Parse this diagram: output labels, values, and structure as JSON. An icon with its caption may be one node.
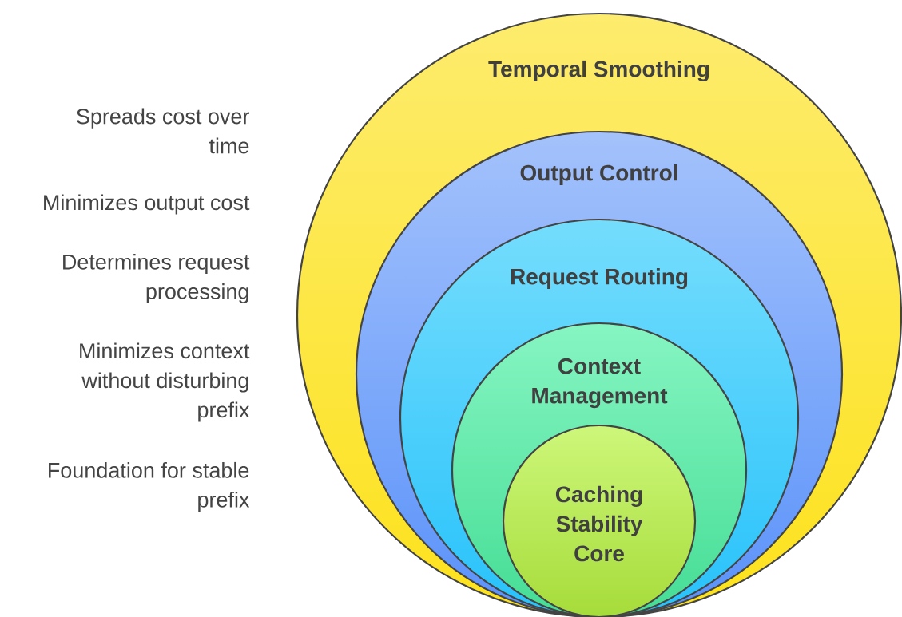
{
  "diagram": {
    "nodes": [
      {
        "text": [
          "Temporal Smoothing"
        ]
      },
      {
        "text": [
          "Output Control"
        ],
        "in": 0
      },
      {
        "text": [
          "Request Routing"
        ],
        "in": 1
      },
      {
        "text": [
          "Context Management"
        ],
        "in": 2
      },
      {
        "text": [
          "Caching Stability Core"
        ],
        "in": 3
      }
    ],
    "labels": [
      "Spreads cost over time",
      "Minimizes output cost",
      "Determines request processing",
      "Minimizes context without disturbing prefix",
      "Foundation for stable prefix"
    ]
  }
}
